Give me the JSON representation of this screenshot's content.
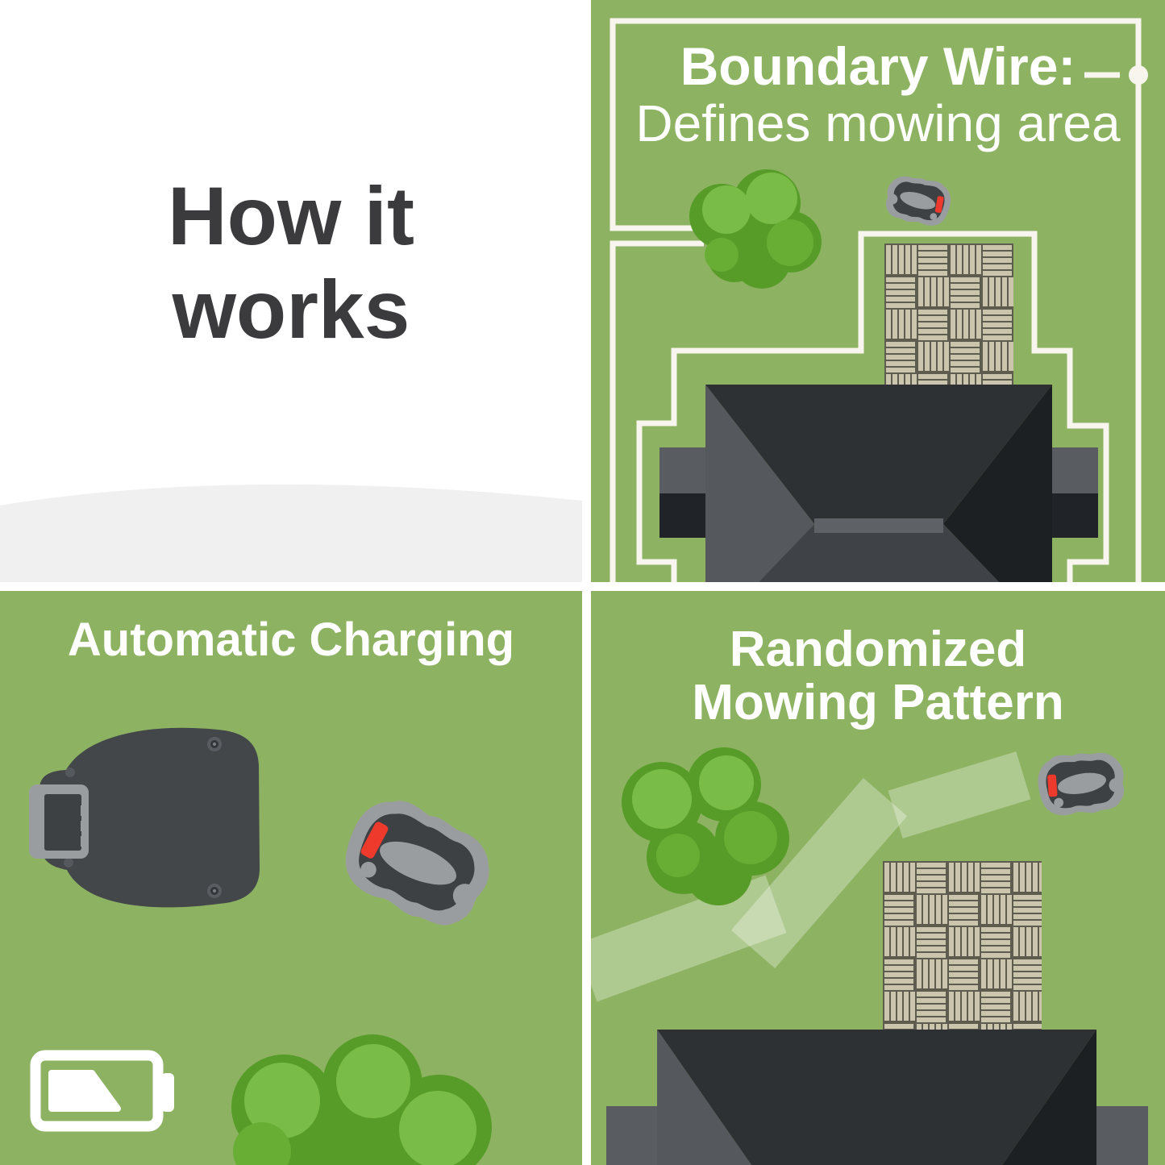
{
  "panels": {
    "how_it_works": {
      "line1": "How it",
      "line2": "works"
    },
    "boundary_wire": {
      "heading": "Boundary Wire:",
      "subheading": "Defines mowing area"
    },
    "automatic_charging": {
      "heading": "Automatic Charging"
    },
    "randomized_mowing": {
      "heading_line1": "Randomized",
      "heading_line2": "Mowing Pattern"
    }
  },
  "icons": {
    "boundary_wire_legend": "wire-dash-and-dot",
    "battery": "battery-partial-charge"
  },
  "colors": {
    "panel_green": "#8db362",
    "text_dark": "#3b3b3d",
    "text_white": "#ffffff",
    "wire": "#f8f5ee",
    "hill_gray": "#f0f0f0",
    "bush_dark": "#579c28",
    "bush_light": "#79bd48",
    "bush_mid": "#68ae35",
    "roof_top": "#2e3134",
    "roof_left": "#55585c",
    "roof_bottom": "#3f4246",
    "roof_right": "#1d2022",
    "roof_ridge": "#5e6165",
    "wing_gray": "#595c60",
    "wing_black": "#202327",
    "patio_plank": "#cbc5ae",
    "patio_gap": "#5e5b4f",
    "device_dark": "#3e4144",
    "device_gray": "#9a9da0",
    "station_body": "#44474a",
    "accent_red": "#ee392d",
    "trail_light": "rgba(255,255,255,0.30)"
  }
}
